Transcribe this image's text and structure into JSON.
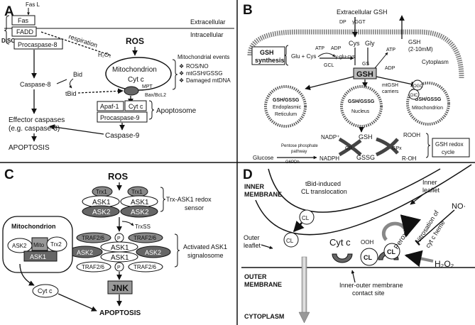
{
  "panels": {
    "A": {
      "letter": "A",
      "extracellular": "Extracellular",
      "intracellular": "Intracellular",
      "fasl": "Fas L",
      "fas": "Fas",
      "disc": "DISC",
      "fadd": "FADD",
      "procasp8": "Procaspase-8",
      "respiration": "respiration",
      "h2o2": "H₂O₂",
      "ros": "ROS",
      "mito": "Mitochondrion",
      "cytc": "Cyt c",
      "mpt": "MPT",
      "baxbcl2": "Bax/BcL2",
      "mito_events_title": "Mitochondrial events",
      "mito_events": [
        "ROS/NO",
        "mtGSH/GSSG",
        "Damaged mtDNA"
      ],
      "bid": "Bid",
      "tbid": "tBid",
      "casp8": "Caspase-8",
      "apaf1": "Apaf-1",
      "cytc2": "Cyt c",
      "procasp9": "Procaspase-9",
      "apoptosome": "Apoptosome",
      "casp9": "Caspase-9",
      "effector1": "Effector caspases",
      "effector2": "(e.g. caspase-3)",
      "apoptosis": "APOPTOSIS"
    },
    "B": {
      "letter": "B",
      "ext_gsh": "Extracellular GSH",
      "dp": "DP",
      "ggt": "γGGT",
      "cys": "Cys",
      "gly": "Gly",
      "gsh_conc1": "GSH",
      "gsh_conc2": "(2-10mM)",
      "cytoplasm": "Cytoplasm",
      "gsh_synthesis1": "GSH",
      "gsh_synthesis2": "synthesis",
      "glu_cys": "Glu + Cys",
      "atp": "ATP",
      "adp": "ADP",
      "gglucys": "γ-glu-cys",
      "gcl": "GCL",
      "gs": "GS",
      "atp2": "ATP",
      "adp2": "ADP",
      "gsh_center": "GSH",
      "mtgsh1": "mtGSH",
      "mtgsh2": "carriers",
      "ogc": "OGC",
      "dic": "DIC",
      "org_er1": "GSH/GSSG",
      "org_er2": "Endoplasmic",
      "org_er3": "Reticulum",
      "org_nuc1": "GSH/GSSG",
      "org_nuc2": "Nucleus",
      "org_mito1": "GSH/GSSG",
      "org_mito2": "Mitochondrion",
      "nadp": "NADP⁺",
      "ppp1": "Pentose phosphate",
      "ppp2": "pathway",
      "glucose": "Glucose",
      "g6pdh": "G6PDh",
      "nadph": "NADPH",
      "gr": "GR",
      "gsh2": "GSH",
      "gssg": "GSSG",
      "gpx": "GPx",
      "rooh": "ROOH",
      "roh": "R-OH",
      "redox1": "GSH redox",
      "redox2": "cycle"
    },
    "C": {
      "letter": "C",
      "ros": "ROS",
      "trx1": "Trx1",
      "ask1": "ASK1",
      "ask2": "ASK2",
      "sensor1": "Trx-ASK1 redox",
      "sensor2": "sensor",
      "trxss": "TrxSS",
      "traf": "TRAF2/6",
      "p": "P",
      "signalosome1": "Activated ASK1",
      "signalosome2": "signalosome",
      "mito": "Mitochondrion",
      "mito_ask2": "ASK2",
      "mito_label": "Mito",
      "mito_trx2": "Trx2",
      "mito_ask1": "ASK1",
      "jnk": "JNK",
      "cytc": "Cyt c",
      "apoptosis": "APOPTOSIS"
    },
    "D": {
      "letter": "D",
      "inner1": "INNER",
      "inner2": "MEMBRANE",
      "inner_leaflet1": "Inner",
      "inner_leaflet2": "leaflet",
      "tbid1": "tBid-induced",
      "tbid2": "CL translocation",
      "no": "NO·",
      "nitrosation1": "Nitrosation of",
      "nitrosation2": "cyt c heme",
      "peroxidase": "Peroxidase",
      "cl": "CL",
      "outer_leaflet1": "Outer",
      "outer_leaflet2": "leaflet",
      "cytc": "Cyt c",
      "ooh": "OOH",
      "h2o2": "H₂O₂",
      "outer1": "OUTER",
      "outer2": "MEMBRANE",
      "contact1": "Inner-outer membrane",
      "contact2": "contact site",
      "cytoplasm": "CYTOPLASM"
    }
  }
}
